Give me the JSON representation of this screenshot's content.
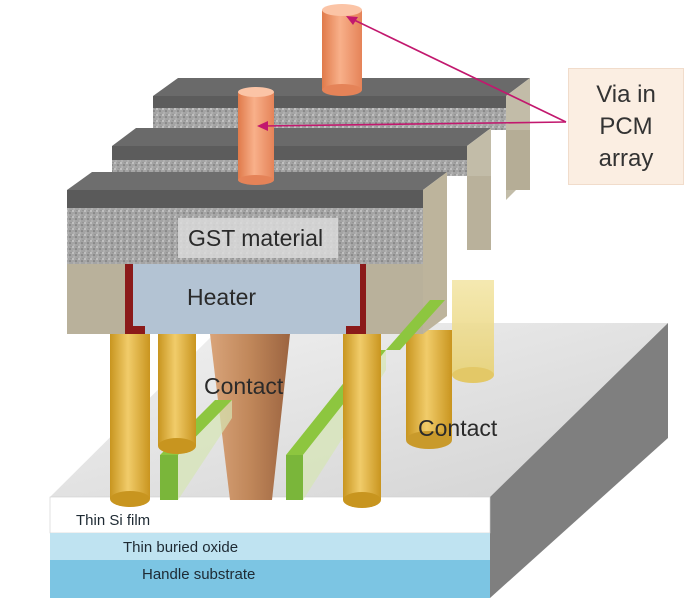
{
  "labels": {
    "gst_material": "GST material",
    "heater": "Heater",
    "contact_left": "Contact",
    "contact_right": "Contact",
    "thin_si_film": "Thin Si film",
    "thin_buried_oxide": "Thin buried oxide",
    "handle_substrate": "Handle substrate"
  },
  "callout": {
    "line1": "Via in",
    "line2": "PCM",
    "line3": "array"
  },
  "colors": {
    "gst": "#9a9a9a",
    "heater": "#b3c3d3",
    "contact_pillar": "#e6b848",
    "contact_cone": "#c58c5e",
    "via": "#f39a6e",
    "trench_green": "#8dc63f",
    "buried_oxide": "#bfe3f1",
    "handle_substrate": "#7cc5e3",
    "callout_bg": "#fbeee2",
    "arrow": "#c2186e"
  }
}
